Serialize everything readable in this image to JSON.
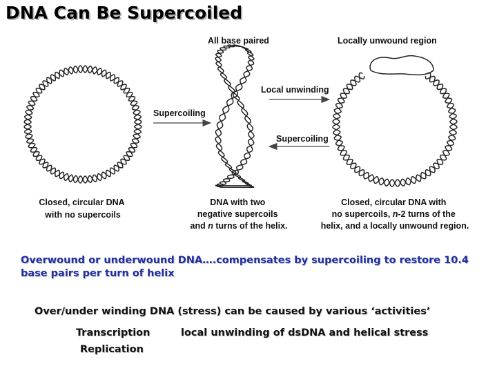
{
  "slide": {
    "title": "DNA Can Be Supercoiled"
  },
  "figure": {
    "top_left_label": "All base paired",
    "top_right_label": "Locally unwound region",
    "arrow_supercoiling_1": "Supercoiling",
    "arrow_local_unwinding": "Local unwinding",
    "arrow_supercoiling_2": "Supercoiling",
    "caption_left": [
      "Closed, circular DNA",
      "with no supercoils"
    ],
    "caption_middle": {
      "line1": "DNA with two",
      "line2": "negative supercoils",
      "line3_pre": "and ",
      "line3_italic": "n",
      "line3_post": " turns of the helix."
    },
    "caption_right": {
      "line1": "Closed, circular DNA with",
      "line2_pre": "no supercoils, ",
      "line2_italic": "n",
      "line2_post": "-2 turns of the",
      "line3": "helix, and a locally unwound region."
    }
  },
  "notes": {
    "overwound": "Overwound or underwound DNA….compensates by supercoiling to restore 10.4 base pairs per turn of helix",
    "stress": "Over/under winding DNA (stress) can be caused by various ‘activities’",
    "activities": [
      "Transcription",
      "Replication"
    ],
    "effect": "local unwinding of dsDNA and helical stress"
  },
  "colors": {
    "note_blue": "#1f2e9e",
    "text": "#111111"
  }
}
